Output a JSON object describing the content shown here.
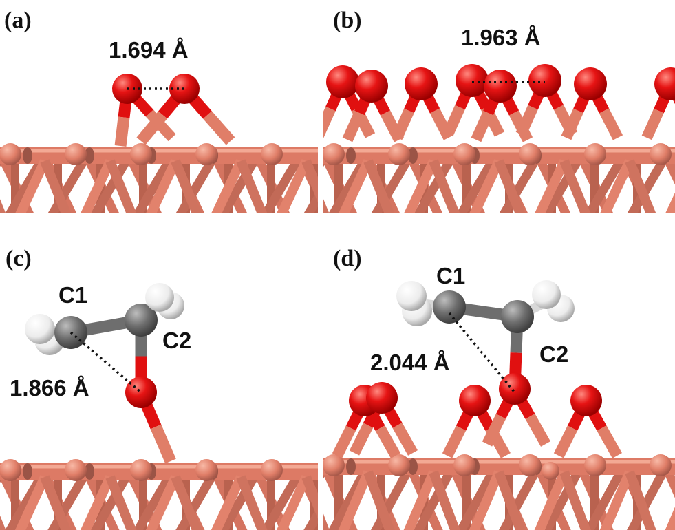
{
  "panels": {
    "a": {
      "label": "(a)",
      "distance": "1.694 Å"
    },
    "b": {
      "label": "(b)",
      "distance": "1.963 Å"
    },
    "c": {
      "label": "(c)",
      "distance": "1.866 Å",
      "atom1": "C1",
      "atom2": "C2"
    },
    "d": {
      "label": "(d)",
      "distance": "2.044 Å",
      "atom1": "C1",
      "atom2": "C2"
    }
  },
  "colors": {
    "copper": "#e07e68",
    "copper_dark": "#9b5446",
    "oxygen": "#e01010",
    "carbon": "#6e6e6e",
    "hydrogen": "#f0f0f0"
  }
}
